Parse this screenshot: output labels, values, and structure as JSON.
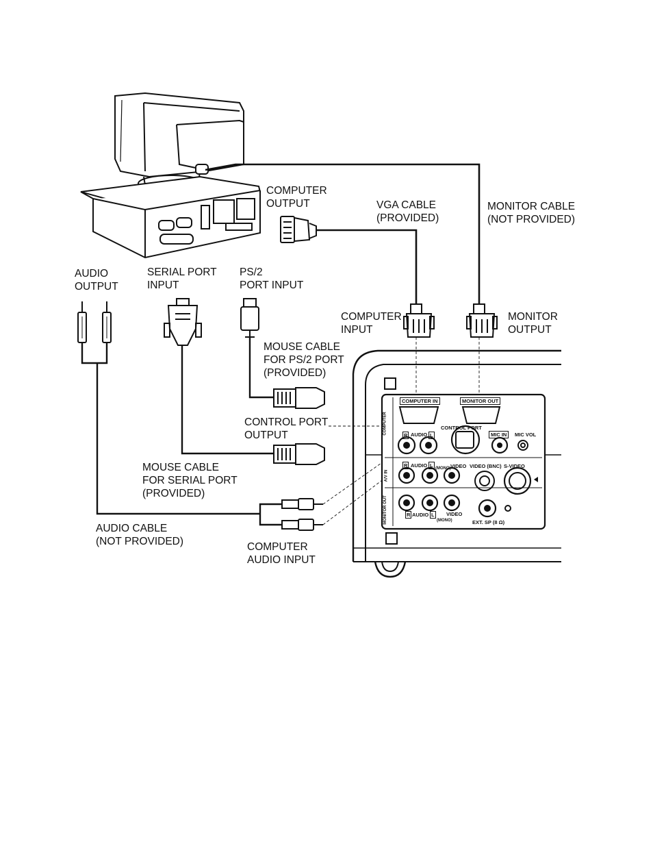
{
  "labels": {
    "computer_output": "COMPUTER\nOUTPUT",
    "vga_cable": "VGA CABLE\n(PROVIDED)",
    "monitor_cable": "MONITOR CABLE\n(NOT PROVIDED)",
    "audio_output": "AUDIO\nOUTPUT",
    "serial_port_input": "SERIAL PORT\nINPUT",
    "ps2_port_input": "PS/2\nPORT INPUT",
    "computer_input": "COMPUTER\nINPUT",
    "monitor_output": "MONITOR\nOUTPUT",
    "mouse_cable_ps2": "MOUSE CABLE\nFOR PS/2 PORT\n(PROVIDED)",
    "control_port_output": "CONTROL PORT\nOUTPUT",
    "mouse_cable_serial": "MOUSE CABLE\nFOR SERIAL PORT\n(PROVIDED)",
    "audio_cable": "AUDIO CABLE\n(NOT PROVIDED)",
    "computer_audio_input": "COMPUTER\nAUDIO INPUT"
  },
  "panel": {
    "computer_in": "COMPUTER IN",
    "monitor_out": "MONITOR OUT",
    "control_port": "CONTROL PORT",
    "mic_in": "MIC IN",
    "mic_vol": "MIC VOL",
    "r": "R",
    "l": "L",
    "audio": "AUDIO",
    "mono": "(MONO)",
    "video": "VIDEO",
    "video_bnc": "VIDEO (BNC)",
    "s_video": "S-VIDEO",
    "ext_sp": "EXT. SP (8 Ω)",
    "section_computer": "COMPUTER",
    "section_av_in": "A/V IN",
    "section_monitor_out": "MONITOR OUT"
  },
  "colors": {
    "line": "#111111",
    "background": "#ffffff"
  }
}
